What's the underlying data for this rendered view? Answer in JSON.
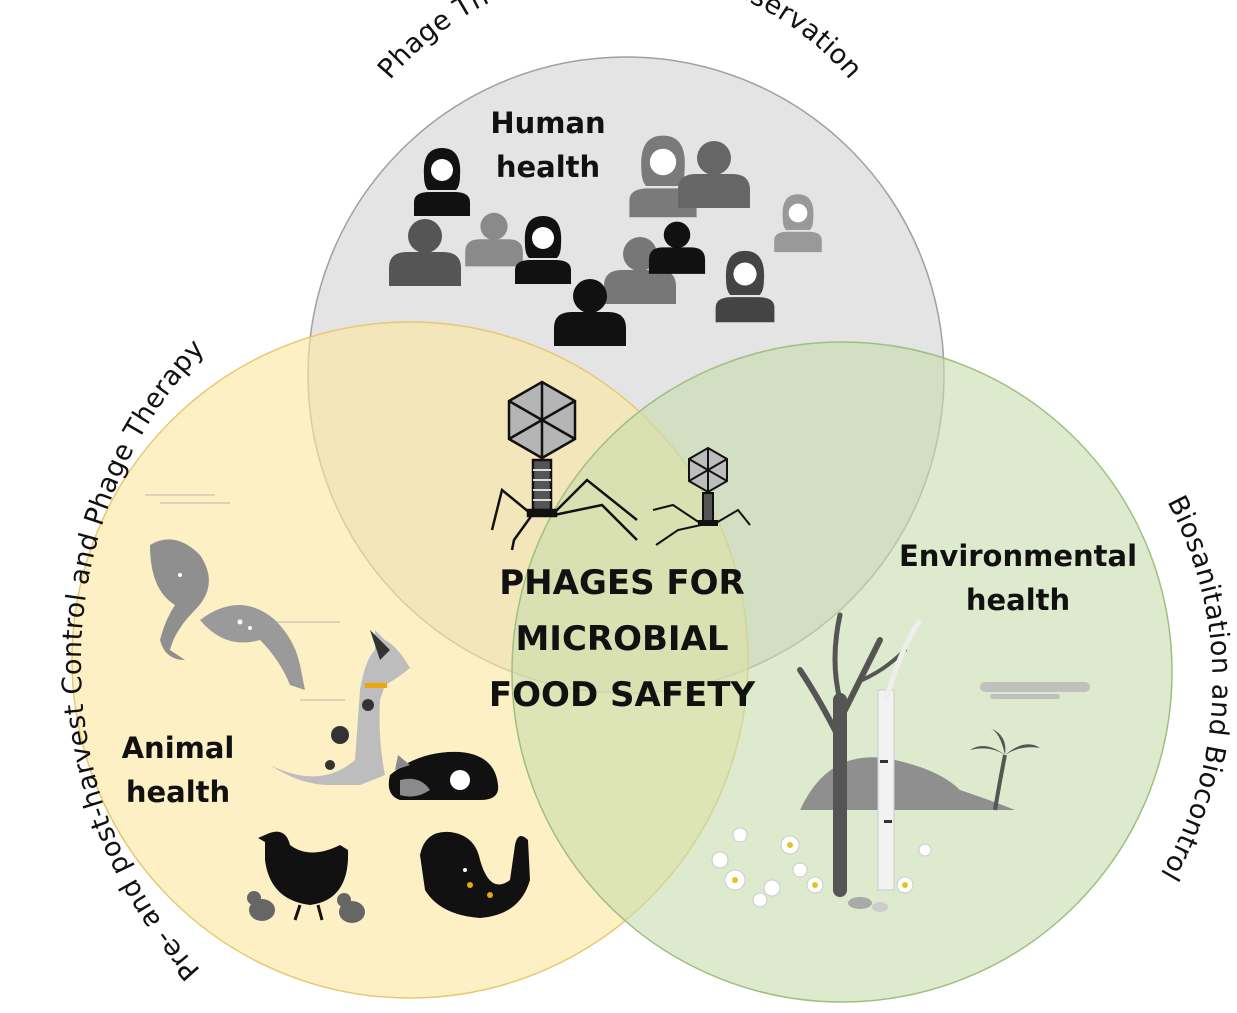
{
  "figure": {
    "arc_labels": {
      "top": "Phage Therapy and Food Preservation",
      "left": "Pre- and post-harvest Control and Phage Therapy",
      "right": "Biosanitation and Biocontrol"
    },
    "regions": {
      "human": {
        "line1": "Human",
        "line2": "health"
      },
      "animal": {
        "line1": "Animal",
        "line2": "health"
      },
      "environmental": {
        "line1": "Environmental",
        "line2": "health"
      }
    },
    "center": {
      "line1": "PHAGES FOR",
      "line2": "MICROBIAL",
      "line3": "FOOD SAFETY"
    },
    "colors": {
      "human_circle": "#d9d9d9",
      "animal_circle": "#fde9a9",
      "environment_circle": "#cfe2b8",
      "icon_dark": "#111111",
      "icon_mid": "#555555",
      "icon_light": "#8a8a8a"
    },
    "icons": {
      "human": "person-silhouettes",
      "animal": [
        "fish",
        "dog",
        "cat",
        "hen",
        "chick",
        "turkey"
      ],
      "environment": [
        "tree",
        "birch-tree",
        "palm-tree",
        "island",
        "flowers"
      ],
      "center": "bacteriophage"
    }
  }
}
